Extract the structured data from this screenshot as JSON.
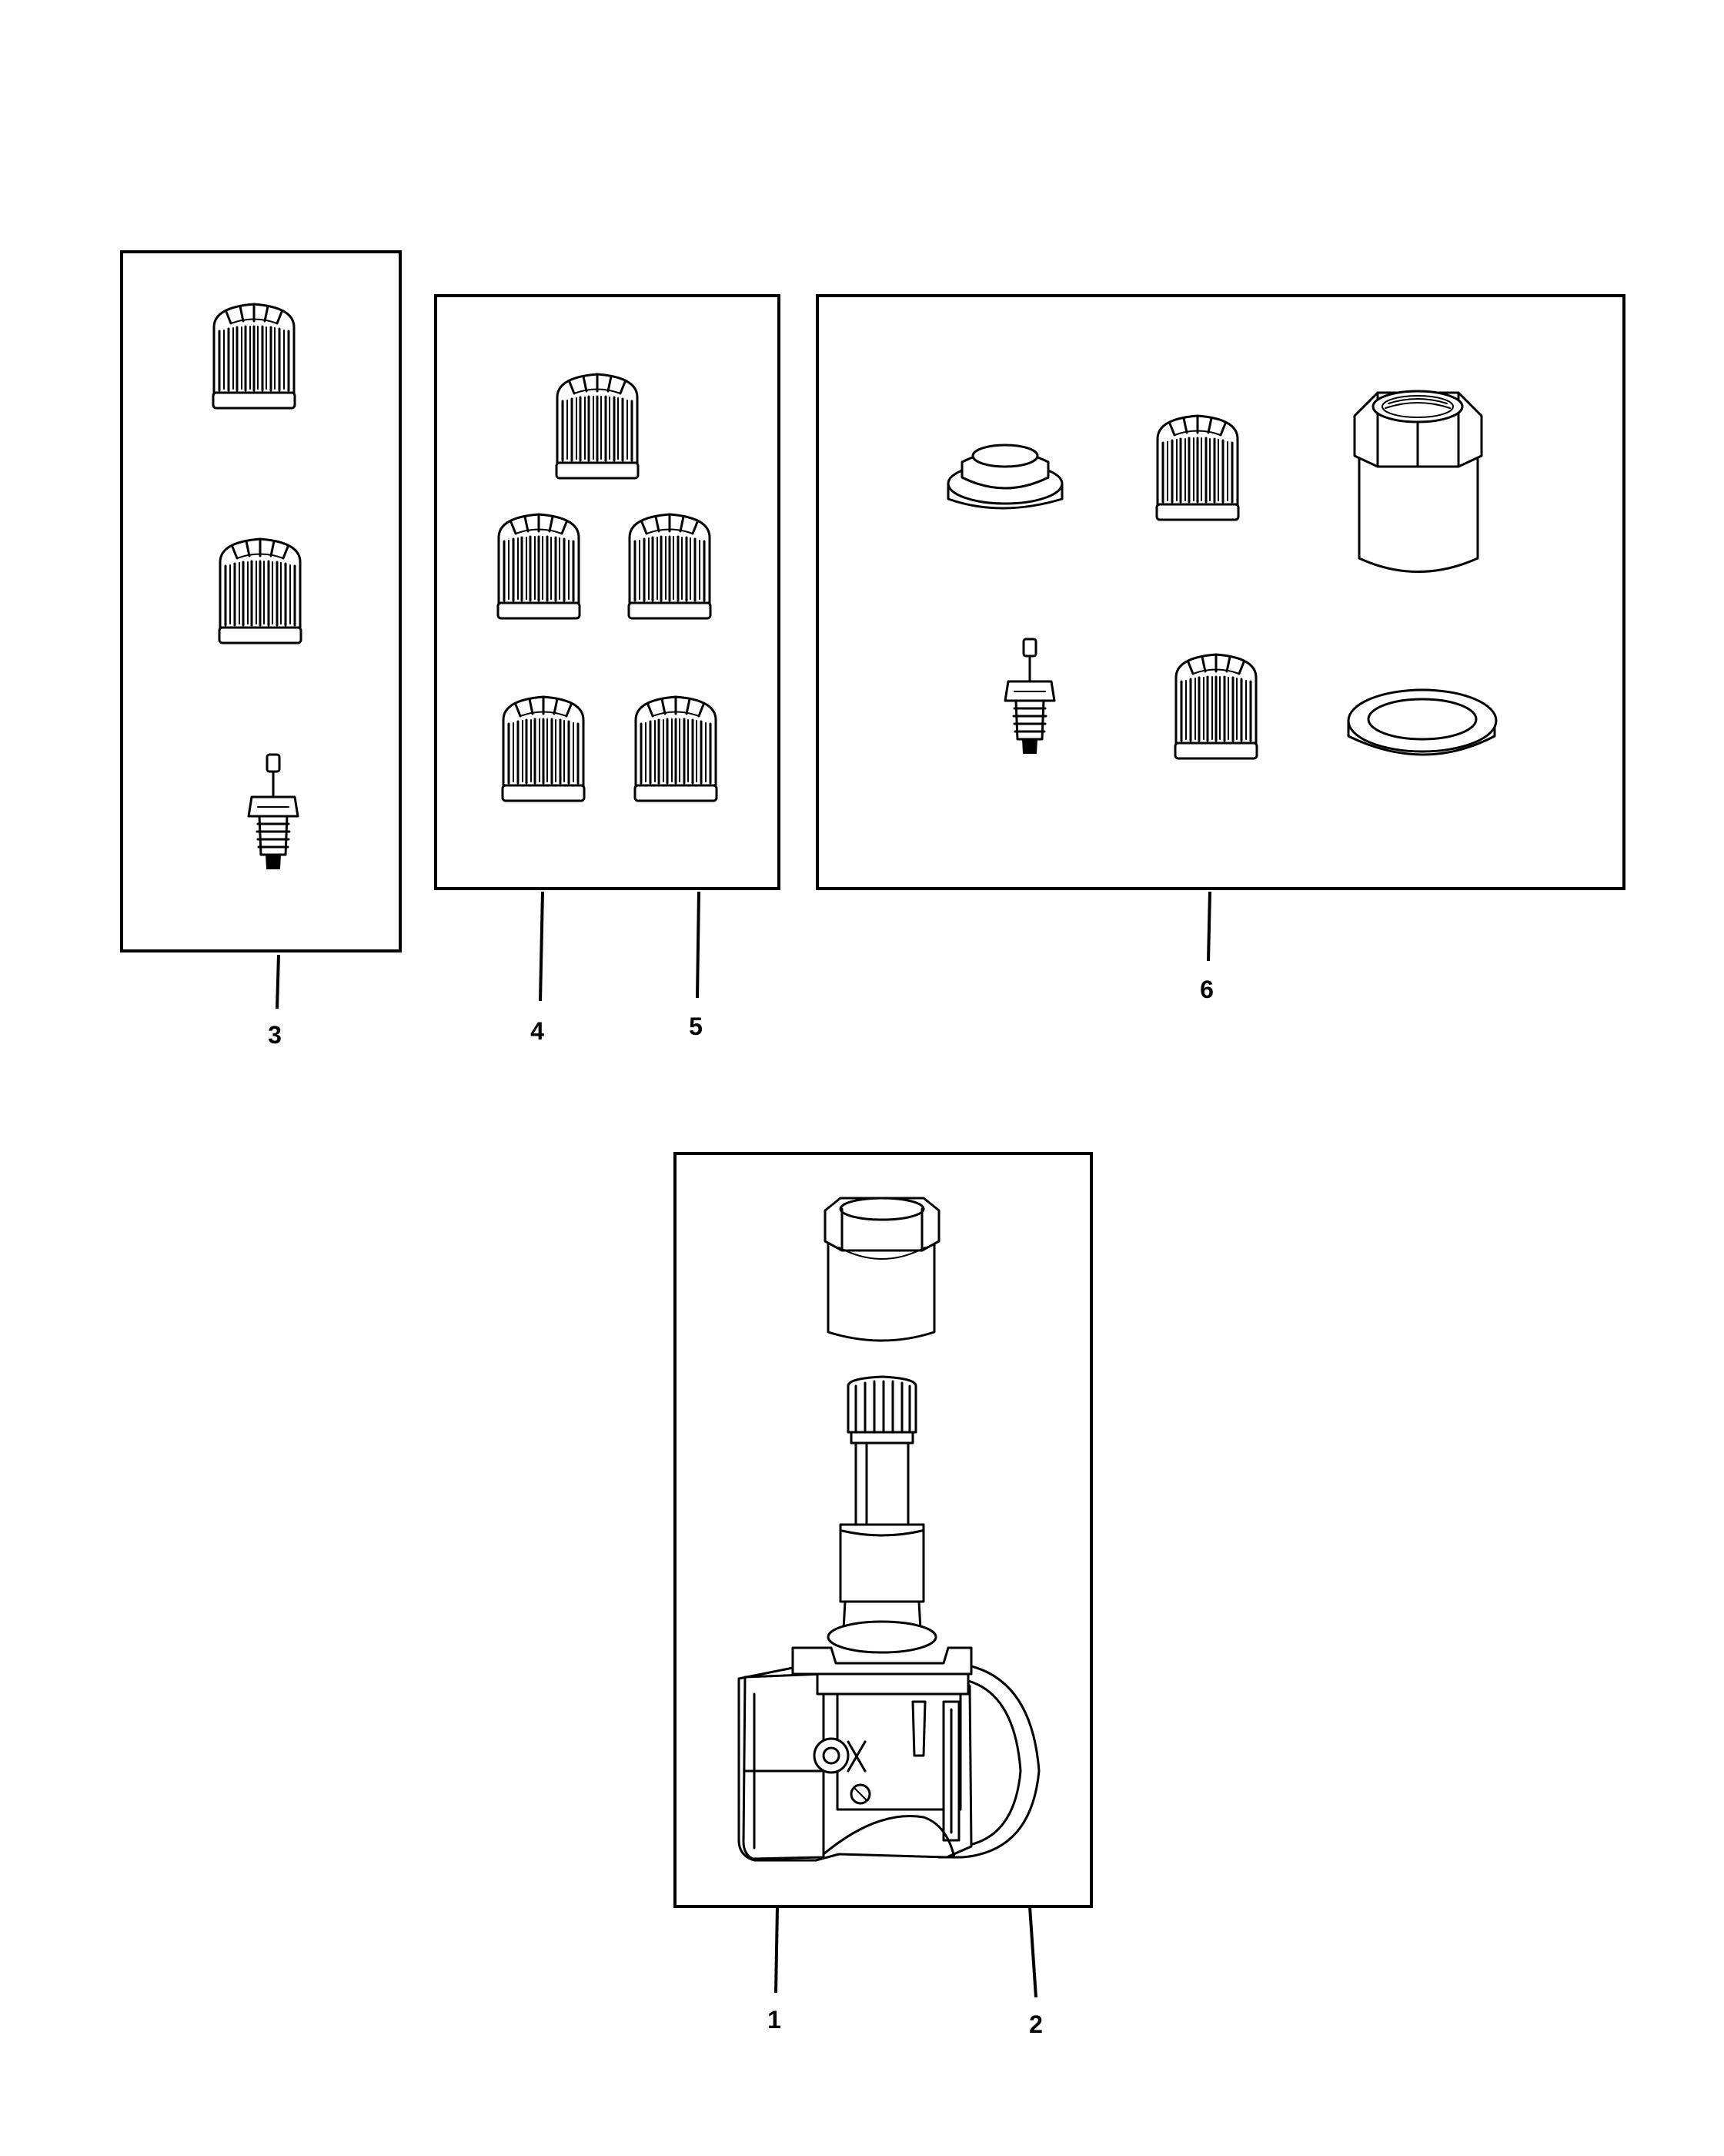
{
  "callouts": {
    "one": "1",
    "two": "2",
    "three": "3",
    "four": "4",
    "five": "5",
    "six": "6"
  },
  "colors": {
    "ink": "#000000",
    "paper": "#ffffff"
  }
}
